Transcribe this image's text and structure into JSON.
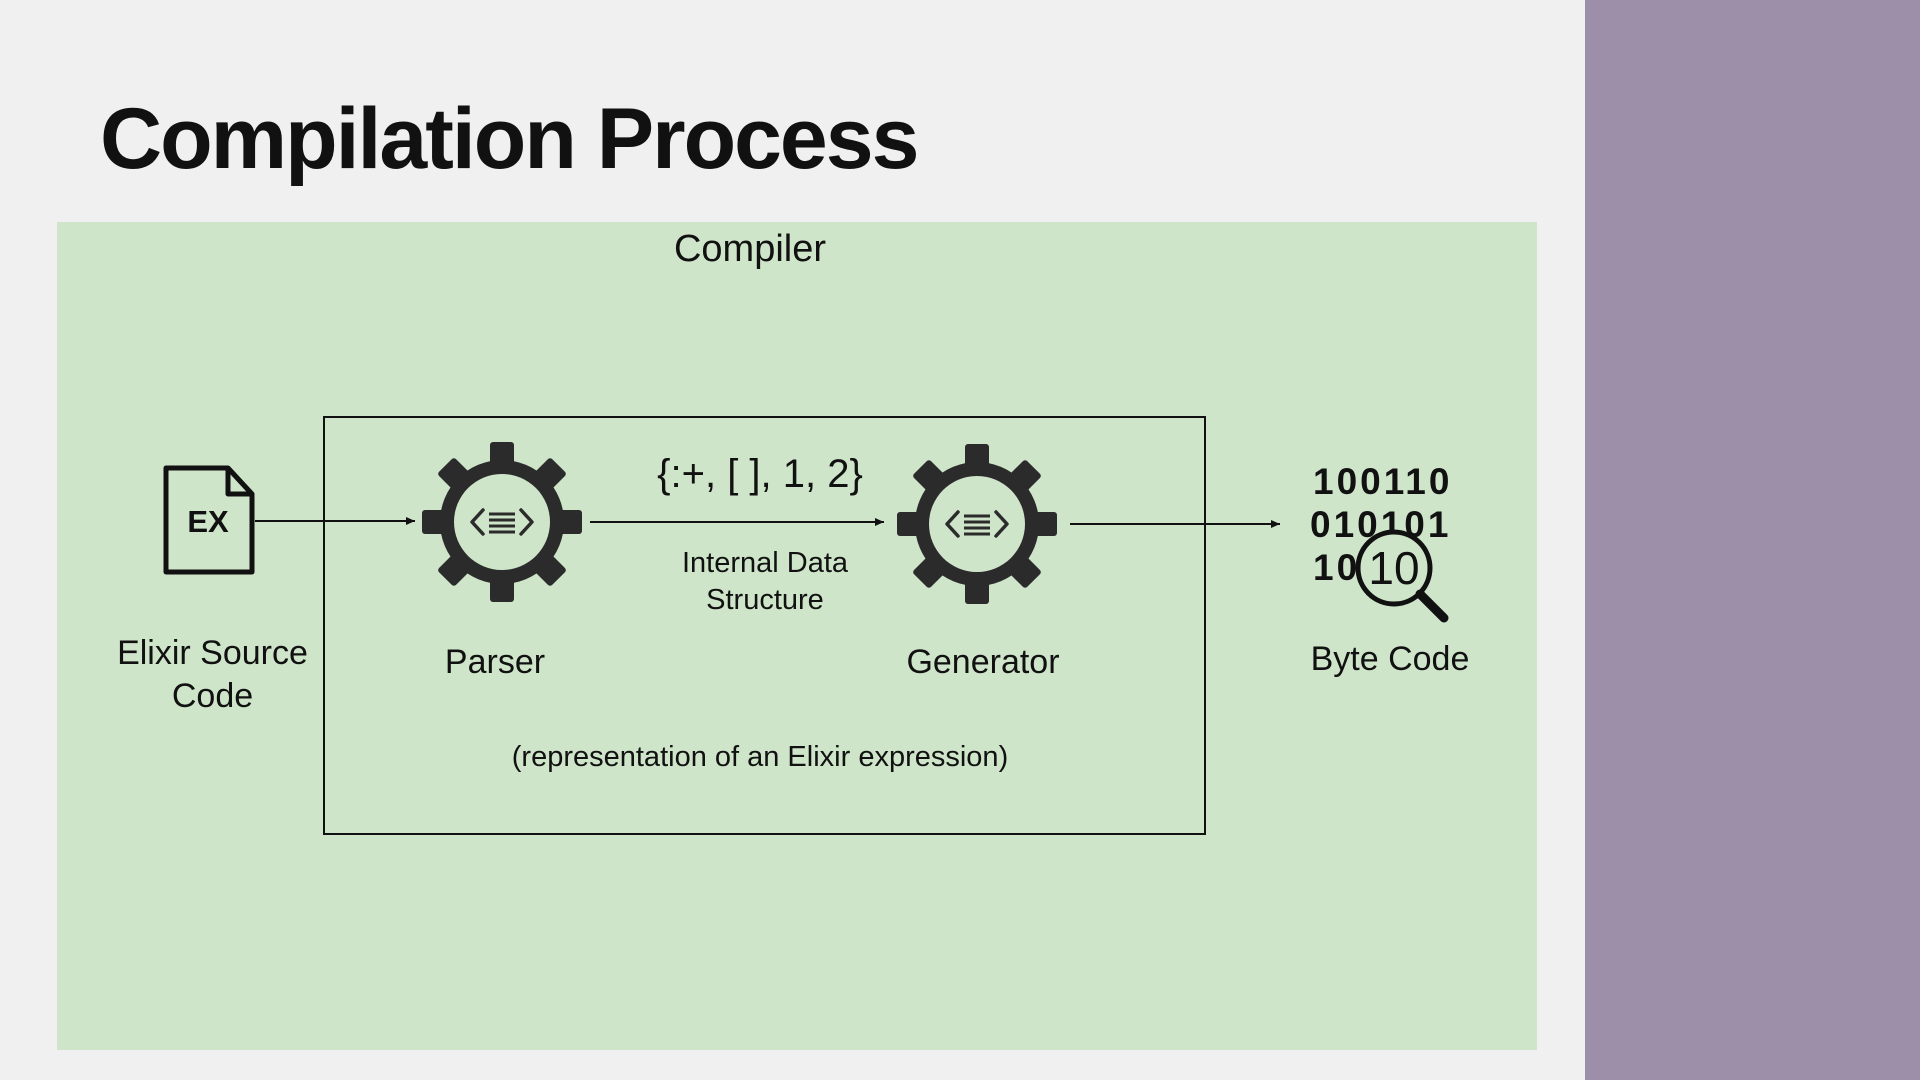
{
  "slide": {
    "title": "Compilation Process"
  },
  "diagram": {
    "container_label": "Compiler",
    "nodes": {
      "source": {
        "icon": "file-ex-icon",
        "icon_text": "EX",
        "label": "Elixir Source Code"
      },
      "parser": {
        "icon": "gear-code-icon",
        "label": "Parser"
      },
      "generator": {
        "icon": "gear-code-icon",
        "label": "Generator"
      },
      "bytecode": {
        "icon": "binary-magnifier-icon",
        "label": "Byte Code",
        "binary_rows": [
          "100110",
          "010101",
          "10"
        ],
        "magnified_text": "10"
      }
    },
    "edge_parser_generator": {
      "tuple": "{:+, [ ], 1, 2}",
      "caption": "Internal Data Structure",
      "note": "(representation of an Elixir expression)"
    }
  },
  "colors": {
    "background": "#f0f0f0",
    "panel": "#cfe5ca",
    "sidebar": "#9d8fa9",
    "ink": "#111111",
    "gear": "#2b2b2b"
  }
}
